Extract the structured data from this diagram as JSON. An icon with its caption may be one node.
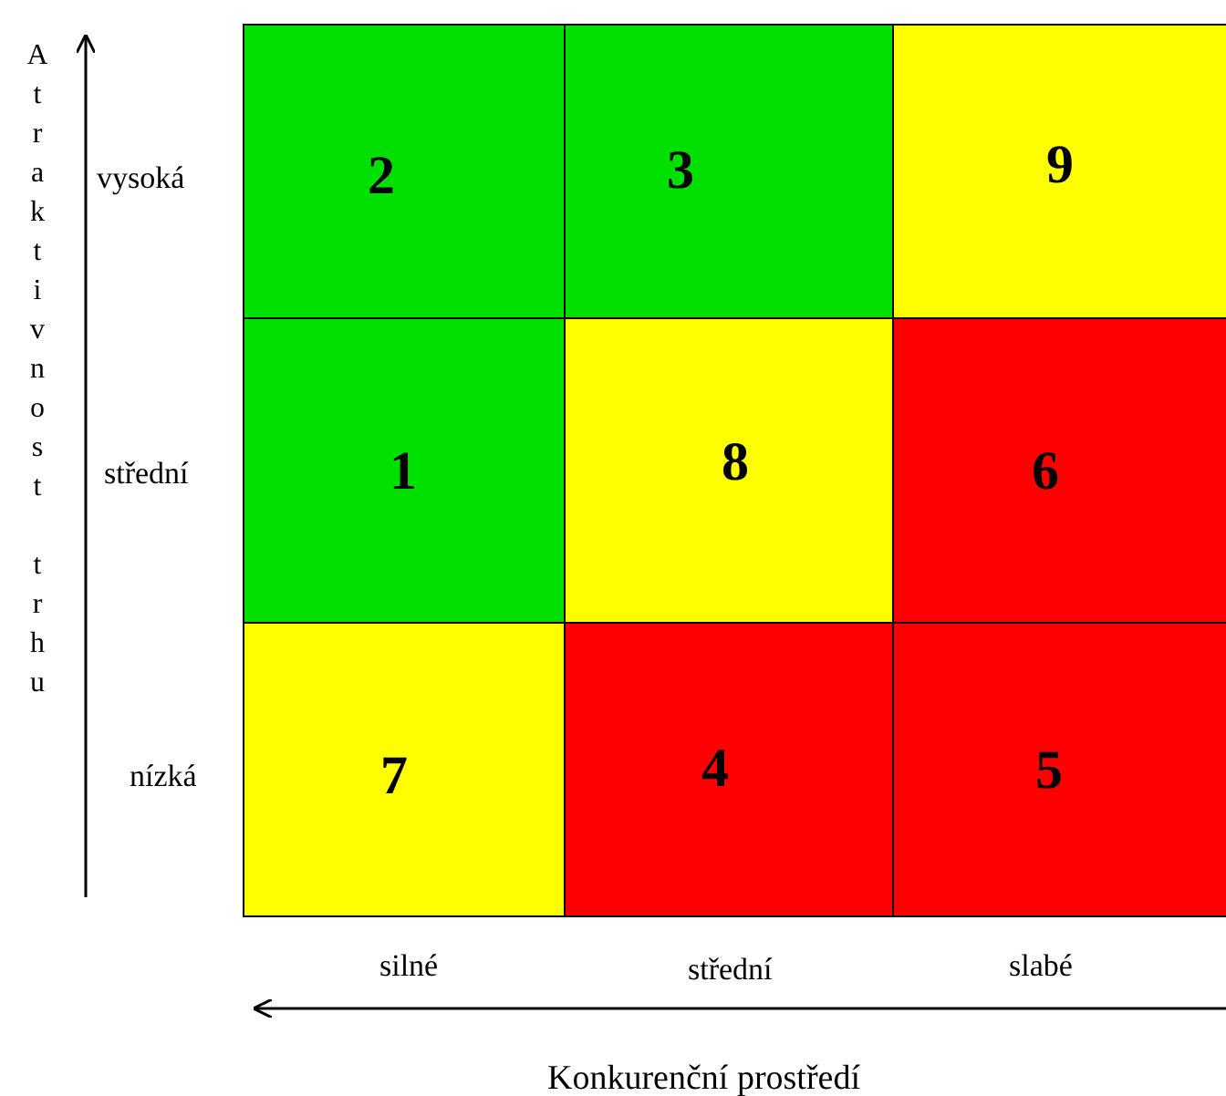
{
  "diagram": {
    "nodes": [
      {
        "text": [
          "2"
        ]
      },
      {
        "text": [
          "3"
        ]
      },
      {
        "text": [
          "9"
        ]
      },
      {
        "text": [
          "1"
        ]
      },
      {
        "text": [
          "8"
        ]
      },
      {
        "text": [
          "6"
        ]
      },
      {
        "text": [
          "7"
        ]
      },
      {
        "text": [
          "4"
        ]
      },
      {
        "text": [
          "5"
        ]
      }
    ],
    "labels": [
      "Atraktivnost trhu",
      "vysoká",
      "střední",
      "nízká",
      "silné",
      "střední",
      "slabé",
      "Konkurenční prostředí"
    ]
  }
}
